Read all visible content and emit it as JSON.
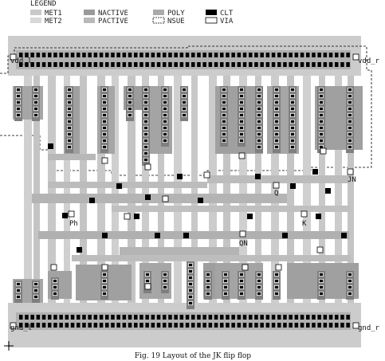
{
  "legend": {
    "title": "LEGEND",
    "items": [
      {
        "label": "MET1",
        "color": "#c9c9c9",
        "style": "fill"
      },
      {
        "label": "MET2",
        "color": "#d8d8d8",
        "style": "fill"
      },
      {
        "label": "NACTIVE",
        "color": "#9a9a9a",
        "style": "fill"
      },
      {
        "label": "PACTIVE",
        "color": "#b9b9b9",
        "style": "fill"
      },
      {
        "label": "POLY",
        "color": "#aaaaaa",
        "style": "fill"
      },
      {
        "label": "NSUE",
        "color": "#ffffff",
        "style": "dash"
      },
      {
        "label": "CLT",
        "color": "#000000",
        "style": "fill"
      },
      {
        "label": "VIA",
        "color": "#ffffff",
        "style": "outline"
      }
    ]
  },
  "labels": {
    "vdd_l": "vdd_l",
    "vdd_r": "vdd_r",
    "gnd_l": "gnd_l",
    "gnd_r": "gnd_r",
    "jn": "JN",
    "q": "Q",
    "ph": "Ph",
    "k": "K",
    "qn": "QN"
  },
  "caption": "Fig. 19 Layout of the JK flip flop",
  "colors": {
    "met1": "#c9c9c9",
    "met2": "#d8d8d8",
    "nactive": "#9a9a9a",
    "pactive": "#b9b9b9",
    "poly": "#aaaaaa",
    "contact": "#000000"
  }
}
